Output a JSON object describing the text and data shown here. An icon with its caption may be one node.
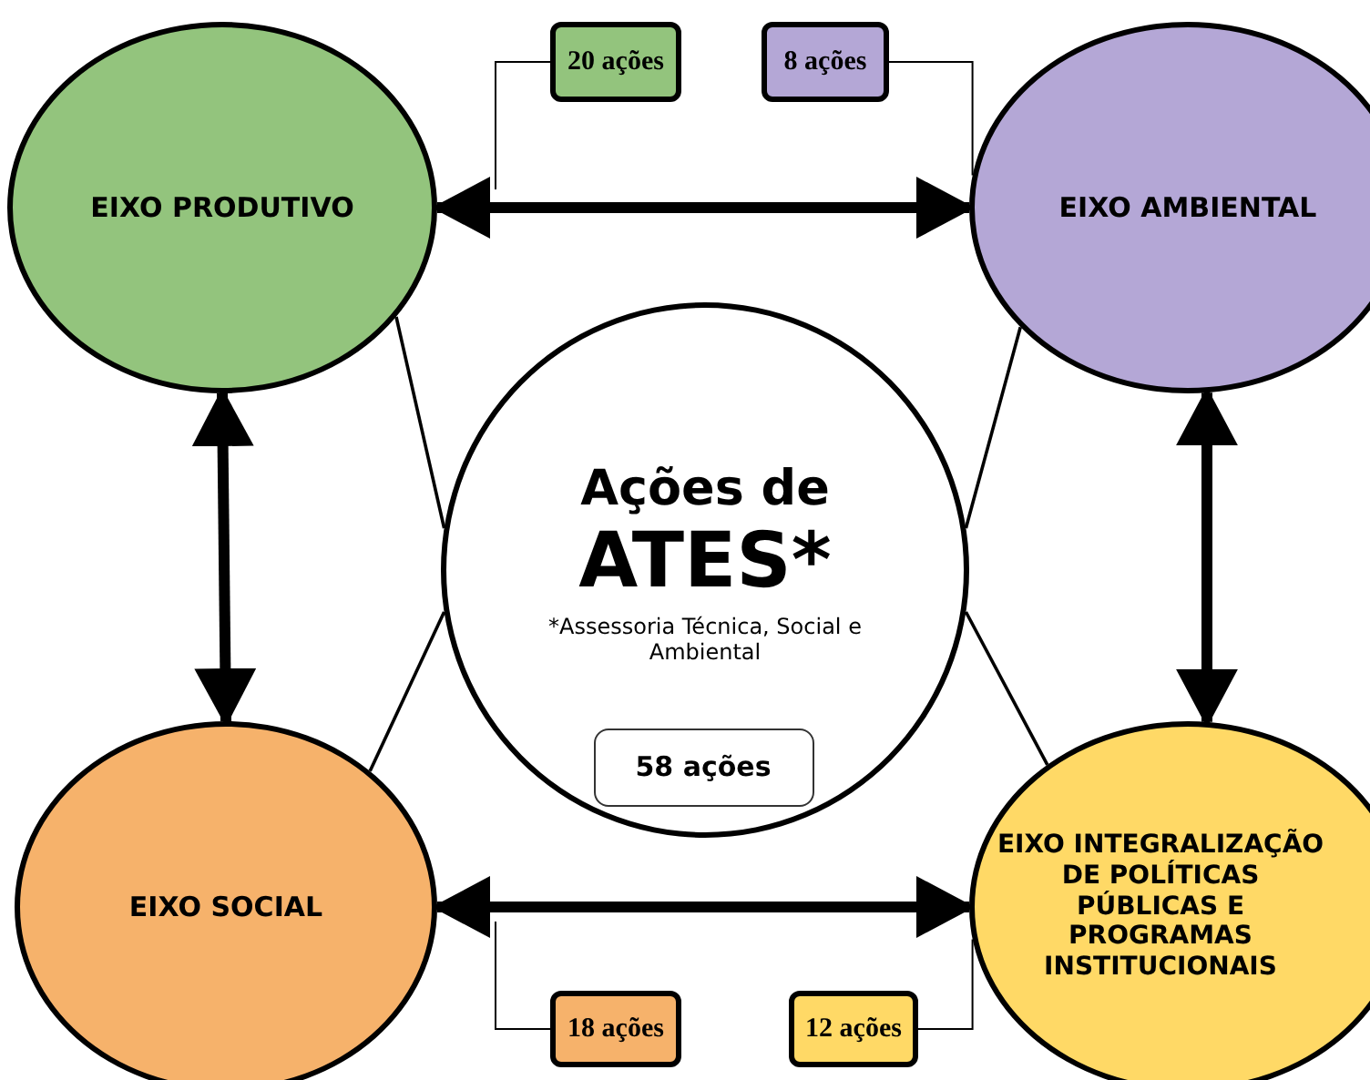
{
  "diagram": {
    "nodes": [
      {
        "text": [
          "Ações de",
          "ATES*",
          "*Assessoria Técnica, Social e Ambiental"
        ]
      },
      {
        "text": [
          "58 ações"
        ],
        "in": 0
      },
      {
        "text": [
          "EIXO PRODUTIVO"
        ]
      },
      {
        "text": [
          "EIXO AMBIENTAL"
        ]
      },
      {
        "text": [
          "EIXO SOCIAL"
        ]
      },
      {
        "text": [
          "EIXO INTEGRALIZAÇÃO DE POLÍTICAS PÚBLICAS E PROGRAMAS INSTITUCIONAIS"
        ]
      },
      {
        "text": [
          "20 ações"
        ]
      },
      {
        "text": [
          "8 ações"
        ]
      },
      {
        "text": [
          "18 ações"
        ]
      },
      {
        "text": [
          "12 ações"
        ]
      }
    ],
    "edges": [
      {
        "from": 2,
        "to": 3,
        "arrow": "both",
        "style": "thick"
      },
      {
        "from": 2,
        "to": 4,
        "arrow": "both",
        "style": "thick"
      },
      {
        "from": 3,
        "to": 5,
        "arrow": "both",
        "style": "thick"
      },
      {
        "from": 4,
        "to": 5,
        "arrow": "both",
        "style": "thick"
      },
      {
        "from": 2,
        "to": 0,
        "arrow": "none"
      },
      {
        "from": 4,
        "to": 0,
        "arrow": "none"
      },
      {
        "from": 3,
        "to": 0,
        "arrow": "none"
      },
      {
        "from": 5,
        "to": 0,
        "arrow": "none"
      },
      {
        "from": 6,
        "to": null,
        "arrow": "none"
      },
      {
        "from": 7,
        "to": 3,
        "arrow": "none"
      },
      {
        "from": 8,
        "to": null,
        "arrow": "none"
      },
      {
        "from": 9,
        "to": 5,
        "arrow": "none"
      }
    ]
  }
}
